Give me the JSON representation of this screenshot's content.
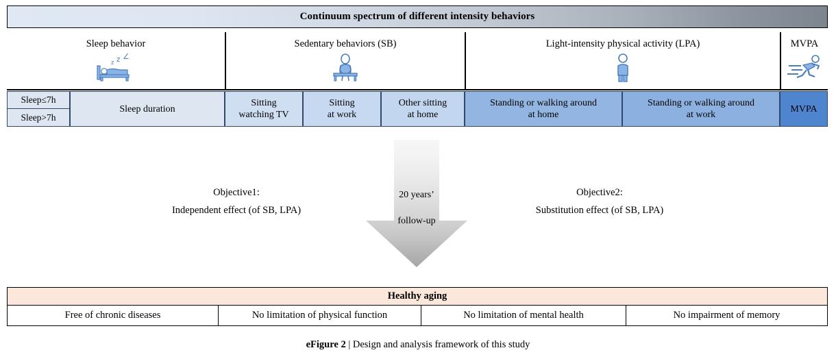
{
  "banner": {
    "title": "Continuum spectrum of different intensity behaviors",
    "gradient_from": "#dfe8f3",
    "gradient_to": "#7d858f"
  },
  "categories": [
    {
      "label": "Sleep behavior",
      "icon": "sleeping-in-bed-icon"
    },
    {
      "label": "Sedentary behaviors (SB)",
      "icon": "person-sitting-icon"
    },
    {
      "label": "Light-intensity physical activity (LPA)",
      "icon": "person-standing-icon"
    },
    {
      "label": "MVPA",
      "icon": "person-running-icon"
    }
  ],
  "behaviors": {
    "sleep_split": [
      "Sleep≤7h",
      "Sleep>7h"
    ],
    "cells": [
      {
        "label": "Sleep duration",
        "color": "#dde6f1"
      },
      {
        "label": "Sitting\nwatching TV",
        "line1": "Sitting",
        "line2": "watching TV",
        "color": "#cfdef1"
      },
      {
        "label": "Sitting\nat work",
        "line1": "Sitting",
        "line2": "at work",
        "color": "#c7d9f0"
      },
      {
        "label": "Other sitting\nat home",
        "line1": "Other sitting",
        "line2": "at home",
        "color": "#c2d6ef"
      },
      {
        "label": "Standing or walking around\nat home",
        "line1": "Standing or walking around",
        "line2": "at home",
        "color": "#93b5e2"
      },
      {
        "label": "Standing or walking around\nat work",
        "line1": "Standing or walking around",
        "line2": "at work",
        "color": "#8cb1e0"
      },
      {
        "label": "MVPA",
        "line1": "MVPA",
        "line2": "",
        "color": "#4e85ce"
      }
    ],
    "split_color": "#dde6f1"
  },
  "arrow": {
    "label_top": "20 years’",
    "label_bottom": "follow-up",
    "gradient_from": "#f7f7f7",
    "gradient_to": "#a6a6a6"
  },
  "objectives": {
    "left": {
      "line1": "Objective1:",
      "line2": "Independent effect (of SB, LPA)"
    },
    "right": {
      "line1": "Objective2:",
      "line2": "Substitution effect (of SB, LPA)"
    }
  },
  "outcome": {
    "header": "Healthy aging",
    "header_color": "#fce8da",
    "cells": [
      "Free of chronic diseases",
      "No limitation of physical function",
      "No limitation of mental health",
      "No impairment of memory"
    ]
  },
  "caption": {
    "label": "eFigure 2",
    "separator": " | ",
    "text": "Design and analysis framework of this study"
  }
}
